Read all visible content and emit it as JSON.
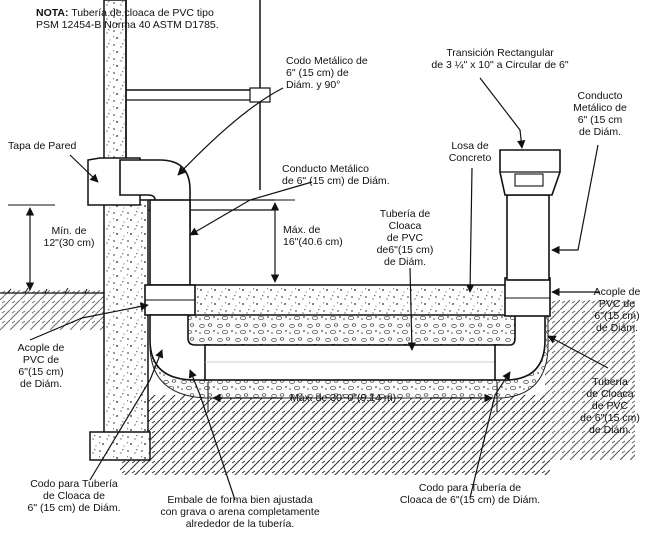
{
  "note": {
    "bold": "NOTA:",
    "rest": " Tubería de cloaca de PVC tipo",
    "line2": "PSM 12454-B Norma 40 ASTM D1785."
  },
  "labels": {
    "codo_metalico": [
      "Codo Metálico de",
      "6\" (15 cm) de",
      "Diám. y 90°"
    ],
    "transicion": [
      "Transición Rectangular",
      "de 3 ¼\" x 10\" a Circular de 6\""
    ],
    "conducto_metalico_right": [
      "Conducto",
      "Metálico de",
      "6\" (15 cm",
      "de Diám."
    ],
    "tapa_pared": [
      "Tapa de Pared"
    ],
    "losa": [
      "Losa de",
      "Concreto"
    ],
    "conducto_metalico_mid": [
      "Conducto Metálico",
      "de 6\" (15 cm) de Diám."
    ],
    "min": [
      "Mín. de",
      "12\"(30 cm)"
    ],
    "max16": [
      "Máx. de",
      "16\"(40.6 cm)"
    ],
    "tuberia_center": [
      "Tubería de",
      "Cloaca",
      "de PVC",
      "de6\"(15 cm)",
      "de Diám."
    ],
    "acople_right": [
      "Acople de",
      "PVC de",
      "6\"(15 cm)",
      "de Diám."
    ],
    "acople_left": [
      "Acople de",
      "PVC de",
      "6\"(15 cm)",
      "de Diám."
    ],
    "max30": [
      "Máx. de 30'-0\"(9.14 m)"
    ],
    "tuberia_right": [
      "Tubería",
      "de Cloaca",
      "de PVC",
      "de 6\"(15 cm)",
      "de Diám."
    ],
    "codo_left": [
      "Codo para Tubería",
      "de Cloaca de",
      "6\" (15 cm) de Diám."
    ],
    "embale": [
      "Embale de forma bien ajustada",
      "con grava o arena completamente",
      "alrededor de la tubería."
    ],
    "codo_right": [
      "Codo para Tubería de",
      "Cloaca de 6\"(15 cm) de Diám."
    ]
  }
}
